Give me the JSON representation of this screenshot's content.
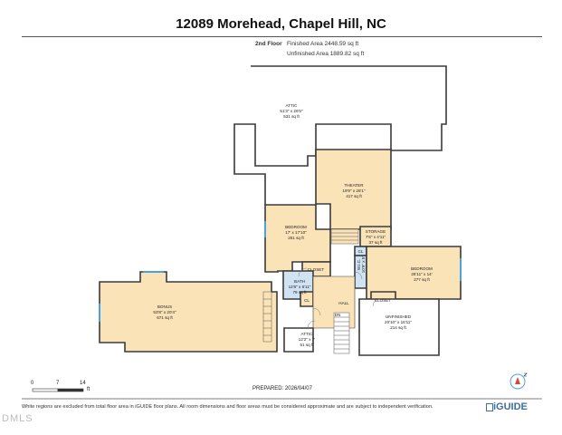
{
  "title": "12089 Morehead, Chapel Hill, NC",
  "floor": {
    "name": "2nd Floor",
    "finished_area": "Finished Area 2448.59 sq ft",
    "unfinished_area": "Unfinished Area 1889.82 sq ft"
  },
  "rooms": {
    "attic_main": {
      "name": "ATTIC",
      "dims": "51'3\" x 26'5\"",
      "area": "531 sq ft"
    },
    "theater": {
      "name": "THEATER",
      "dims": "19'9\" x 28'1\"",
      "area": "417 sq ft"
    },
    "bedroom1": {
      "name": "BEDROOM",
      "dims": "17' x 17'10\"",
      "area": "251 sq ft"
    },
    "storage": {
      "name": "STORAGE",
      "dims": "7'6\" x 4'11\"",
      "area": "37 sq ft"
    },
    "closet1": {
      "name": "CLOSET"
    },
    "bath": {
      "name": "BATH",
      "dims": "12'8\" x 6'11\"",
      "area": "79 sq ft"
    },
    "cl_bath": {
      "name": "CL"
    },
    "cl_storage": {
      "name": "CL"
    },
    "wic": {
      "name": "W.I.C.",
      "dims": "10'9\" x 5'"
    },
    "bedroom2": {
      "name": "BEDROOM",
      "dims": "26'11\" x 14'",
      "area": "277 sq ft"
    },
    "bonus": {
      "name": "BONUS",
      "dims": "53'8\" x 20'4\"",
      "area": "671 sq ft"
    },
    "hall": {
      "name": "HALL"
    },
    "closet2": {
      "name": "CLOSET"
    },
    "dn": {
      "name": "DN"
    },
    "unfinished": {
      "name": "UNFINISHED",
      "dims": "20'10\" x 16'11\"",
      "area": "214 sq ft"
    },
    "attic_small": {
      "name": "ATTIC",
      "dims": "12'2\" x 7'",
      "area": "51 sq ft"
    }
  },
  "scale": {
    "zero": "0",
    "mid": "7",
    "end": "14",
    "unit": "ft"
  },
  "prepared": "PREPARED: 2026/04/07",
  "disclaimer": "White regions are excluded from total floor area in iGUIDE floor plans. All room dimensions and floor areas must be considered approximate and are subject to independent verification.",
  "mls_watermark": "DMLS",
  "brand": "iGUIDE",
  "colors": {
    "finished_fill": "#fbe3b8",
    "bath_fill": "#cfe3f2",
    "wall": "#3a3a3a",
    "window": "#4aa3df"
  }
}
